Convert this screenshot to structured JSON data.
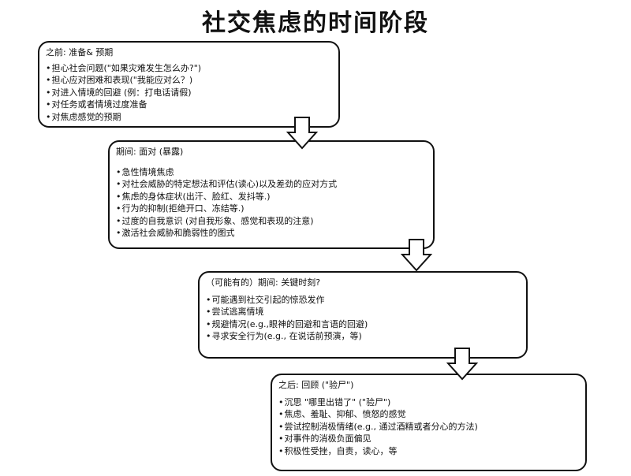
{
  "title": "社交焦虑的时间阶段",
  "stages": [
    {
      "heading": "之前: 准备& 预期",
      "items": [
        "担心社会问题(\"如果灾难发生怎么办?\")",
        "担心应对困难和表现(\"我能应对么？)",
        "对进入情境的回避 (例：打电话请假)",
        "对任务或者情境过度准备",
        "对焦虑感觉的预期"
      ]
    },
    {
      "heading": "期间: 面对 (暴露)",
      "items": [
        "急性情境焦虑",
        "对社会威胁的特定想法和评估(读心)以及差劲的应对方式",
        "焦虑的身体症状(出汗、脸红、发抖等.)",
        "行为的抑制(拒绝开口、冻结等.)",
        "过度的自我意识 (对自我形象、感觉和表现的注意)",
        "激活社会威胁和脆弱性的图式"
      ]
    },
    {
      "heading": "（可能有的）期间: 关键时刻?",
      "items": [
        "可能遇到社交引起的惊恐发作",
        "尝试逃离情境",
        "规避情况(e.g.,眼神的回避和言语的回避)",
        "寻求安全行为(e.g., 在说话前预演，等)"
      ]
    },
    {
      "heading": "之后: 回顾 (\"验尸\")",
      "items": [
        "沉思 \"哪里出错了\" (\"验尸\")",
        "焦虑、羞耻、抑郁、愤怒的感觉",
        "尝试控制消极情绪(e.g., 通过酒精或者分心的方法)",
        "对事件的消极负面偏见",
        "积极性受挫，自责，读心，等"
      ]
    }
  ]
}
